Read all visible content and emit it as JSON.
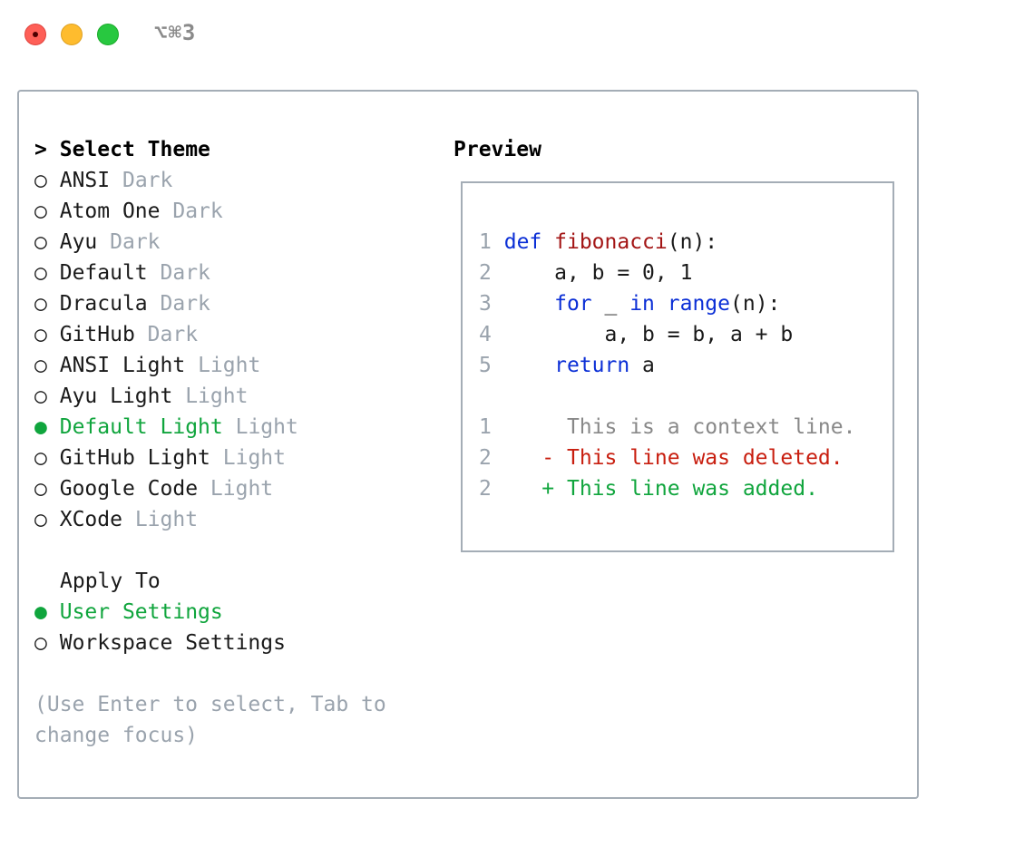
{
  "window": {
    "shortcut": "⌥⌘3"
  },
  "theme_section": {
    "cursor": ">",
    "title": "Select Theme",
    "unselected_marker": "○",
    "selected_marker": "●",
    "items": [
      {
        "name": "ANSI",
        "variant": "Dark",
        "selected": false
      },
      {
        "name": "Atom One",
        "variant": "Dark",
        "selected": false
      },
      {
        "name": "Ayu",
        "variant": "Dark",
        "selected": false
      },
      {
        "name": "Default",
        "variant": "Dark",
        "selected": false
      },
      {
        "name": "Dracula",
        "variant": "Dark",
        "selected": false
      },
      {
        "name": "GitHub",
        "variant": "Dark",
        "selected": false
      },
      {
        "name": "ANSI Light",
        "variant": "Light",
        "selected": false
      },
      {
        "name": "Ayu Light",
        "variant": "Light",
        "selected": false
      },
      {
        "name": "Default Light",
        "variant": "Light",
        "selected": true
      },
      {
        "name": "GitHub Light",
        "variant": "Light",
        "selected": false
      },
      {
        "name": "Google Code",
        "variant": "Light",
        "selected": false
      },
      {
        "name": "XCode",
        "variant": "Light",
        "selected": false
      }
    ]
  },
  "apply_section": {
    "title": "Apply To",
    "items": [
      {
        "label": "User Settings",
        "selected": true
      },
      {
        "label": "Workspace Settings",
        "selected": false
      }
    ]
  },
  "hint": {
    "line1": "(Use Enter to select, Tab to",
    "line2": "change focus)"
  },
  "preview": {
    "title": "Preview",
    "code": {
      "l1": {
        "num": "1",
        "kw": "def",
        "fn": "fibonacci",
        "rest": "(n):"
      },
      "l2": {
        "num": "2",
        "text": "    a, b = 0, 1"
      },
      "l3": {
        "num": "3",
        "kw_for": "for",
        "mid": " _ ",
        "kw_in": "in",
        "builtin": "range",
        "rest": "(n):"
      },
      "l4": {
        "num": "4",
        "text": "        a, b = b, a + b"
      },
      "l5": {
        "num": "5",
        "kw": "return",
        "rest": " a"
      }
    },
    "diff": {
      "context": {
        "num": "1",
        "text": "This is a context line."
      },
      "deleted": {
        "num": "2",
        "sign": "-",
        "text": "This line was deleted."
      },
      "added": {
        "num": "2",
        "sign": "+",
        "text": "This line was added."
      }
    }
  },
  "colors": {
    "selected": "#10a53d",
    "muted": "#9aa3ad",
    "keyword": "#0b2fd6",
    "function": "#a31515",
    "deleted": "#c81e0f",
    "added": "#10a53d",
    "border": "#a4adb6"
  }
}
